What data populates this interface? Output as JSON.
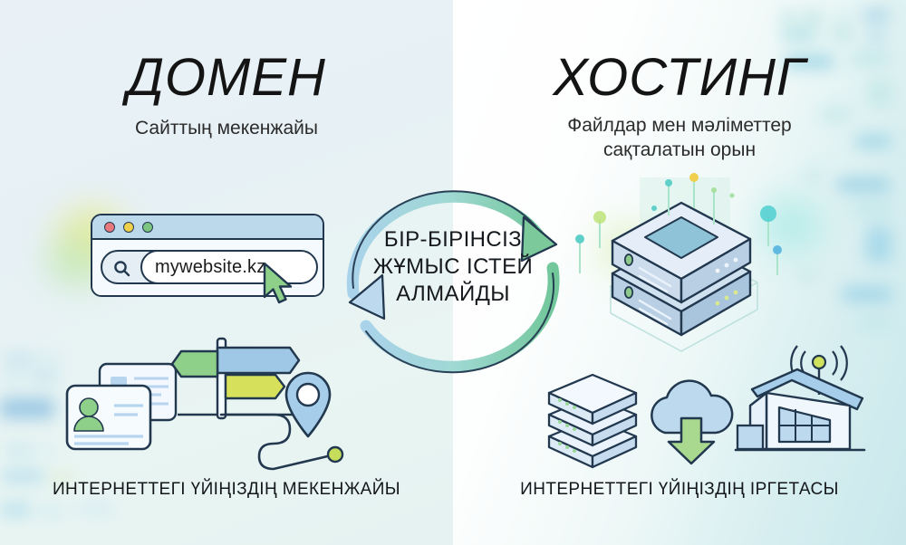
{
  "left_panel": {
    "title": "ДОМЕН",
    "subtitle": "Сайттың мекенжайы",
    "caption": "ИНТЕРНЕТТЕГІ ҮЙІҢІЗДІҢ МЕКЕНЖАЙЫ",
    "browser": {
      "url_value": "mywebsite.kz",
      "url_placeholder": "mywebsite.kz",
      "traffic_lights": [
        "#e8787b",
        "#f0d04a",
        "#7cc47f"
      ],
      "search_icon": "search-icon",
      "cursor_icon": "cursor-arrow-icon"
    },
    "icons": [
      {
        "name": "id-card-icon",
        "label": "ID cards"
      },
      {
        "name": "signpost-icon",
        "label": "Signpost directions"
      },
      {
        "name": "map-pin-icon",
        "label": "Map pin location"
      }
    ]
  },
  "right_panel": {
    "title": "ХОСТИНГ",
    "subtitle_line1": "Файлдар мен мәліметтер",
    "subtitle_line2": "сақталатын орын",
    "caption": "ИНТЕРНЕТТЕГІ ҮЙІҢІЗДІҢ ІРГЕТАСЫ",
    "icons": [
      {
        "name": "server-rack-icon",
        "label": "Server rack"
      },
      {
        "name": "cloud-download-icon",
        "label": "Cloud download"
      },
      {
        "name": "datacenter-building-icon",
        "label": "Data center building"
      }
    ],
    "hero_icon": {
      "name": "server-stack-icon",
      "label": "Isometric server"
    }
  },
  "center": {
    "line1": "БІР-БІРІНСІЗ",
    "line2": "ЖҰМЫС ІСТЕЙ",
    "line3": "АЛМАЙДЫ",
    "arrow_top": "arrow-right-icon",
    "arrow_bottom": "arrow-left-icon"
  },
  "colors": {
    "ink": "#22384f",
    "text": "#141414",
    "blue": "#9cc7e6",
    "blue_light": "#c5ddf0",
    "green": "#7fc99b",
    "green_arrow": "#78c89a",
    "lime": "#c9dd58",
    "teal": "#6ecfc9",
    "bg_left": "#e9f1f7",
    "bg_right": "#d7eef0"
  }
}
